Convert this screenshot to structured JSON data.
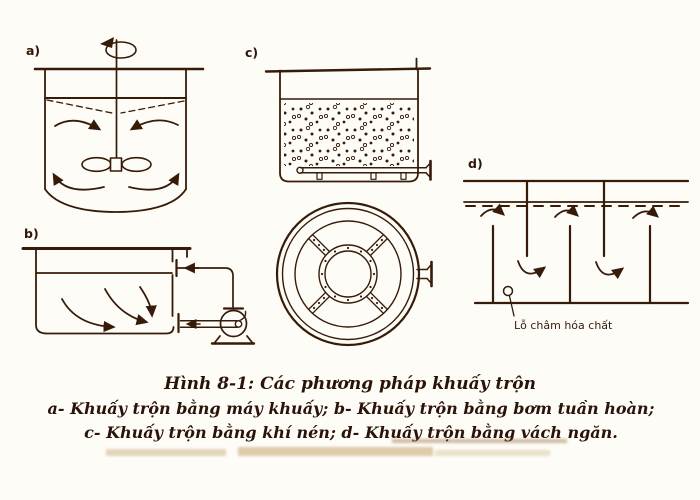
{
  "figure": {
    "panel_labels": {
      "a": "a)",
      "b": "b)",
      "c": "c)",
      "d": "d)"
    },
    "annotation": {
      "dosing_label": "Lỗ châm hóa chất"
    },
    "caption": {
      "title": "Hình 8-1: Các phương pháp khuấy trộn",
      "line2": "a- Khuấy trộn bằng máy khuấy; b- Khuấy trộn bằng bơm tuần hoàn;",
      "line3": "c- Khuấy trộn bằng khí nén; d- Khuấy trộn bằng vách ngăn."
    },
    "colors": {
      "ink": "#371b09",
      "paper": "#fdfcf7",
      "ghost_text": "#c9ad7e"
    }
  }
}
